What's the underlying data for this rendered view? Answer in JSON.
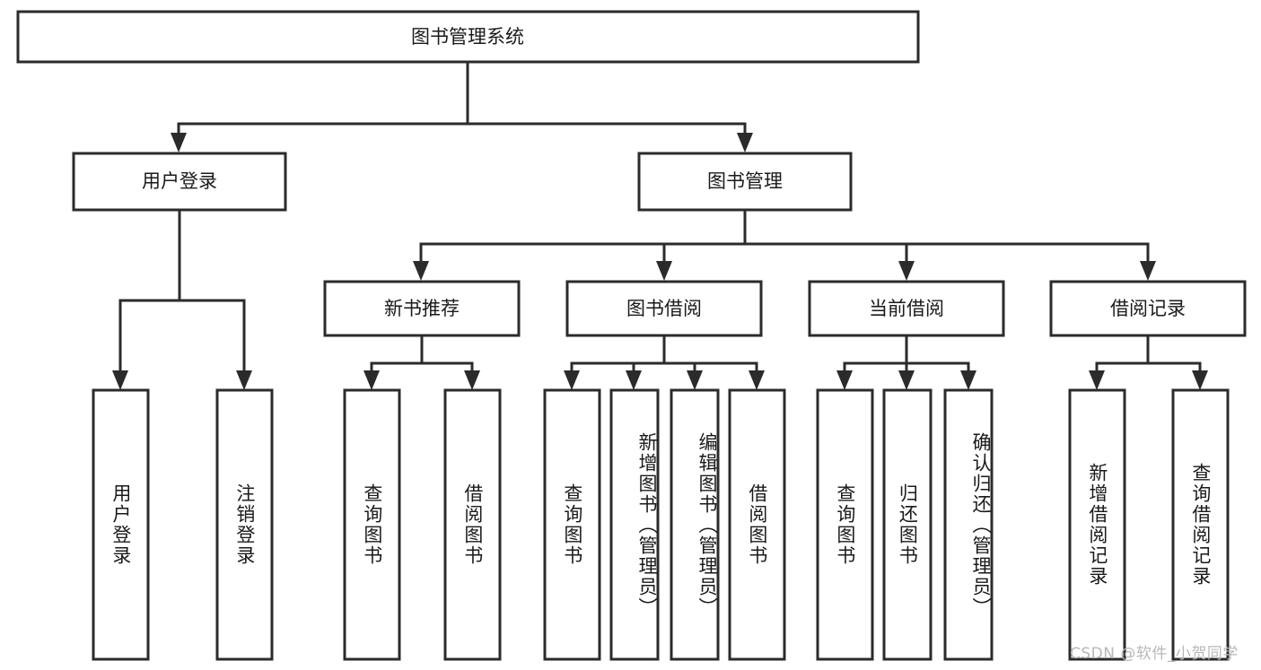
{
  "diagram": {
    "title_node": {
      "id": "root",
      "label": "图书管理系统"
    },
    "level2": [
      {
        "id": "user-login",
        "label": "用户登录"
      },
      {
        "id": "book-manage",
        "label": "图书管理"
      }
    ],
    "level3": [
      {
        "id": "new-book-rec",
        "label": "新书推荐"
      },
      {
        "id": "book-borrow",
        "label": "图书借阅"
      },
      {
        "id": "current-borrow",
        "label": "当前借阅"
      },
      {
        "id": "borrow-record",
        "label": "借阅记录"
      }
    ],
    "leaves": {
      "user_login": [
        {
          "id": "leaf-user-login",
          "label": "用户登录"
        },
        {
          "id": "leaf-logout-login",
          "label": "注销登录"
        }
      ],
      "new_book_rec": [
        {
          "id": "leaf-query-book-1",
          "label": "查询图书"
        },
        {
          "id": "leaf-borrow-book-1",
          "label": "借阅图书"
        }
      ],
      "book_borrow": [
        {
          "id": "leaf-query-book-2",
          "label": "查询图书"
        },
        {
          "id": "leaf-add-book",
          "label": "新增图书（管理员）"
        },
        {
          "id": "leaf-edit-book",
          "label": "编辑图书（管理员）"
        },
        {
          "id": "leaf-borrow-book-2",
          "label": "借阅图书"
        }
      ],
      "current_borrow": [
        {
          "id": "leaf-query-book-3",
          "label": "查询图书"
        },
        {
          "id": "leaf-return-book",
          "label": "归还图书"
        },
        {
          "id": "leaf-confirm-return",
          "label": "确认归还（管理员）"
        }
      ],
      "borrow_record": [
        {
          "id": "leaf-add-record",
          "label": "新增借阅记录"
        },
        {
          "id": "leaf-query-record",
          "label": "查询借阅记录"
        }
      ]
    }
  },
  "watermark": {
    "text": "CSDN @软件_小贺同学"
  },
  "colors": {
    "box_stroke": "#2b2b2b",
    "box_fill": "#ffffff",
    "text": "#1a1a1a",
    "watermark": "#b8b8b8",
    "background": "#ffffff"
  }
}
